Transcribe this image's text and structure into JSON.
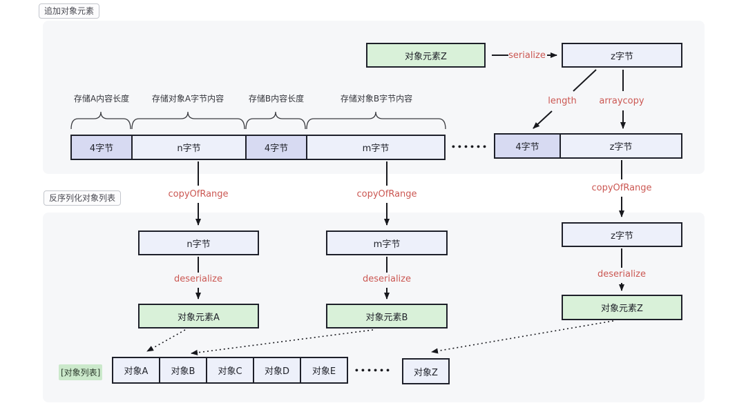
{
  "colors": {
    "panel_bg": "#f6f7f9",
    "box_fill": "#edf0fa",
    "length_cell_fill": "#d7daf2",
    "object_fill": "#d9f1d9",
    "border": "#1d1f29",
    "accent_red": "#cb5752",
    "list_tag_bg": "#cbe9cb"
  },
  "append_section": {
    "tag": "追加对象元素",
    "source_object": "对象元素Z",
    "serialize": "serialize",
    "serialized_bytes": "z字节",
    "length": "length",
    "arraycopy": "arraycopy",
    "segment_labels": [
      "存储A内容长度",
      "存储对象A字节内容",
      "存储B内容长度",
      "存储对象B字节内容"
    ],
    "byte_cells": [
      "4字节",
      "n字节",
      "4字节",
      "m字节"
    ],
    "ellipsis": "••••••",
    "tail_cells": [
      "4字节",
      "z字节"
    ]
  },
  "deserialize_section": {
    "tag": "反序列化对象列表",
    "columns": [
      {
        "op": "copyOfRange",
        "bytes": "n字节",
        "op2": "deserialize",
        "object": "对象元素A"
      },
      {
        "op": "copyOfRange",
        "bytes": "m字节",
        "op2": "deserialize",
        "object": "对象元素B"
      },
      {
        "op": "copyOfRange",
        "bytes": "z字节",
        "op2": "deserialize",
        "object": "对象元素Z"
      }
    ],
    "list_tag": "[对象列表]",
    "list_items": [
      "对象A",
      "对象B",
      "对象C",
      "对象D",
      "对象E"
    ],
    "ellipsis": "••••••",
    "tail_item": "对象Z"
  }
}
